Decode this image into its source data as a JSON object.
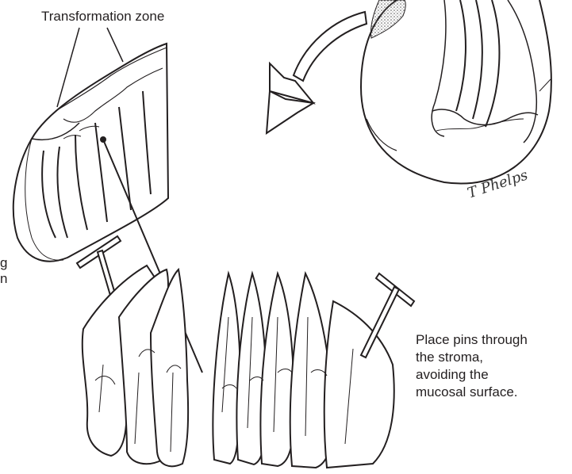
{
  "labels": {
    "transformation_zone": "Transformation zone",
    "pins_note": [
      "Place pins through",
      "the stroma,",
      "avoiding the",
      "mucosal surface."
    ],
    "left_fragments": [
      "g",
      "n"
    ],
    "signature": "T Phelps"
  },
  "colors": {
    "ink": "#231f20",
    "background": "#ffffff",
    "stipple": "#8a8a8a"
  }
}
